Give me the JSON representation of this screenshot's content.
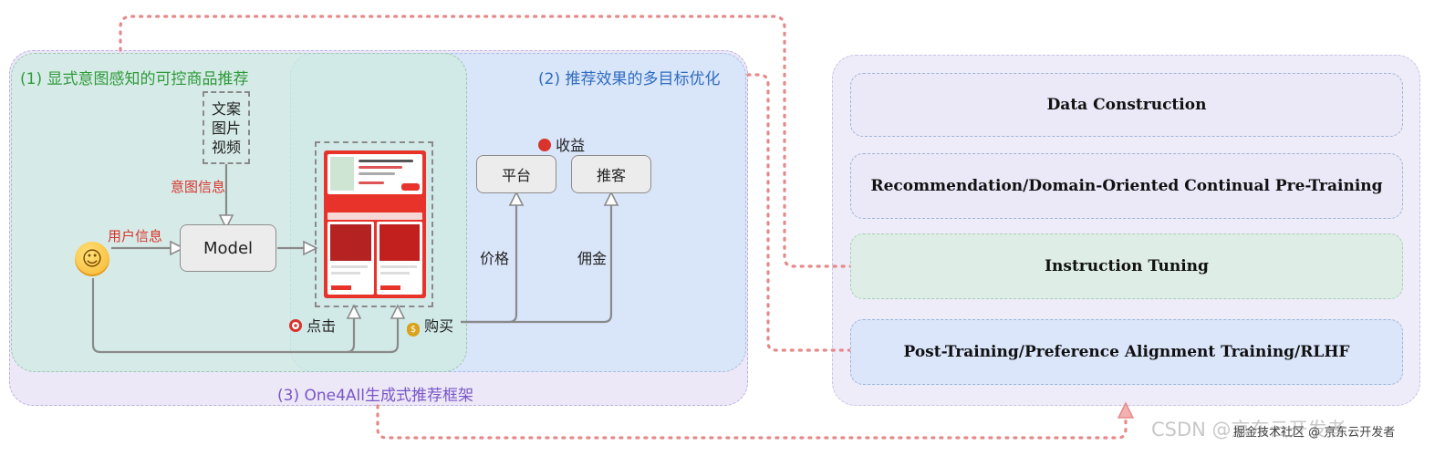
{
  "regions": {
    "r1_title": "(1) 显式意图感知的可控商品推荐",
    "r2_title": "(2) 推荐效果的多目标优化",
    "r3_title": "(3) One4All生成式推荐框架"
  },
  "colors": {
    "r1_title": "#2e9a3a",
    "r2_title": "#2f6cc0",
    "r3_title": "#7a55c7",
    "red_label": "#d8342d",
    "dotted_arrow": "#e58a8a"
  },
  "left": {
    "content_lines": [
      "文案",
      "图片",
      "视频"
    ],
    "intent_label": "意图信息",
    "user_label": "用户信息",
    "model_label": "Model",
    "user_icon": "smiling-face-icon"
  },
  "feedback": {
    "click_label": "点击",
    "buy_label": "购买",
    "click_icon": "target-icon",
    "buy_icon": "money-bag-icon"
  },
  "objectives": {
    "revenue_label": "收益",
    "revenue_icon": "apple-icon",
    "platform_label": "平台",
    "promoter_label": "推客",
    "price_label": "价格",
    "commission_label": "佣金"
  },
  "pipeline": {
    "stages": [
      "Data Construction",
      "Recommendation/Domain-Oriented Continual Pre-Training",
      "Instruction Tuning",
      "Post-Training/Preference Alignment Training/RLHF"
    ]
  },
  "watermark": {
    "main": "CSDN @京东云开发者",
    "sub": "掘金技术社区 @ 京东云开发者"
  }
}
